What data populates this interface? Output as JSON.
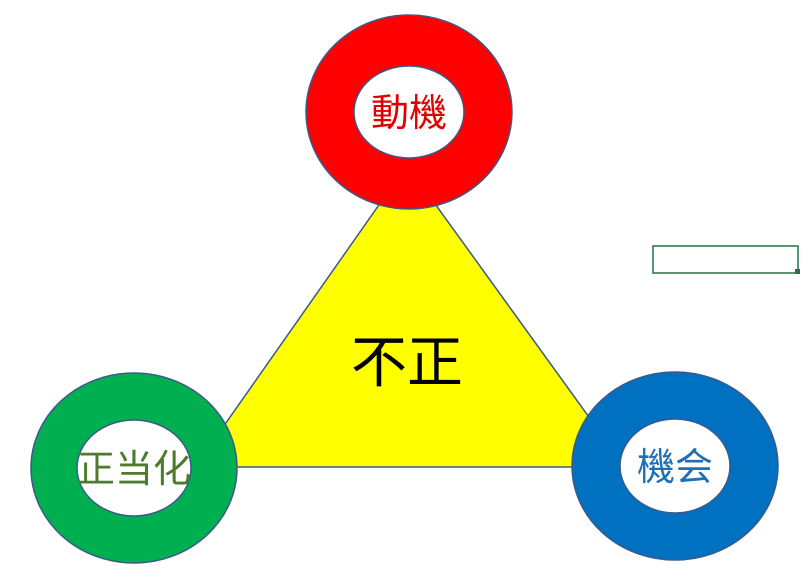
{
  "diagram": {
    "center": {
      "label": "不正",
      "fill": "#FFFF00",
      "text_color": "#000000"
    },
    "rings": [
      {
        "id": "top",
        "label": "動機",
        "ring_color": "#FF0000",
        "text_color": "#E00000"
      },
      {
        "id": "left",
        "label": "正当化",
        "ring_color": "#00B050",
        "text_color": "#4E7A2C"
      },
      {
        "id": "right",
        "label": "機会",
        "ring_color": "#0070C0",
        "text_color": "#1F6FB5"
      }
    ],
    "outline_color": "#3A5A8A",
    "selection_box_color": "#217346"
  }
}
